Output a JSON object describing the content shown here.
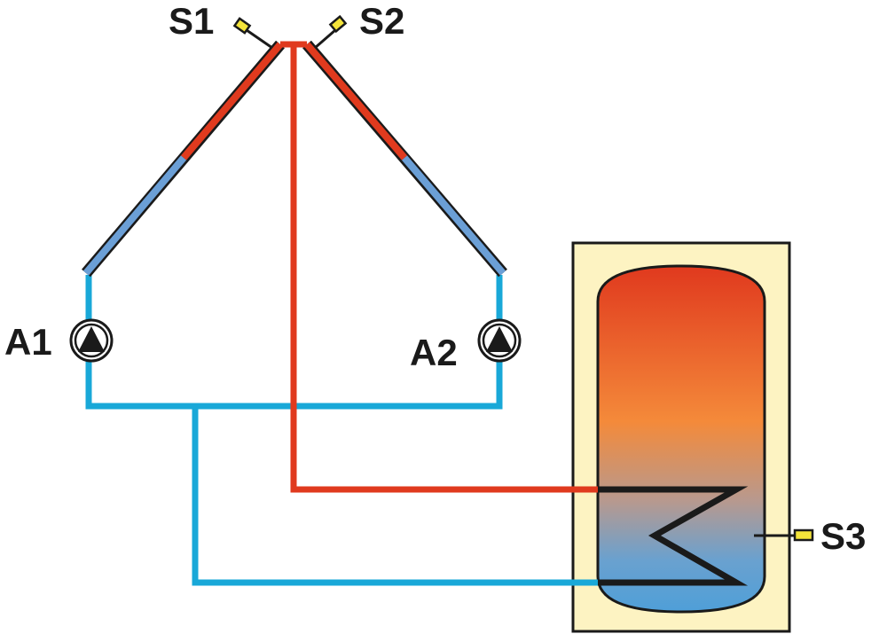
{
  "labels": {
    "s1": "S1",
    "s2": "S2",
    "s3": "S3",
    "a1": "A1",
    "a2": "A2"
  },
  "colors": {
    "hot_pipe": "#e03a1e",
    "cold_pipe": "#19a8d8",
    "collector_hot": "#e03a1e",
    "collector_cold": "#6b9fd6",
    "tank_top": "#e0391e",
    "tank_mid": "#f48a3a",
    "tank_bottom": "#4f9fd8",
    "tank_jacket": "#fdf3c2",
    "sensor": "#f4e43a",
    "outline": "#1a1a1a"
  },
  "icons": {
    "pump": "pump-icon",
    "sensor": "temperature-sensor-icon",
    "heat_exchanger": "heat-exchanger-coil-icon"
  }
}
